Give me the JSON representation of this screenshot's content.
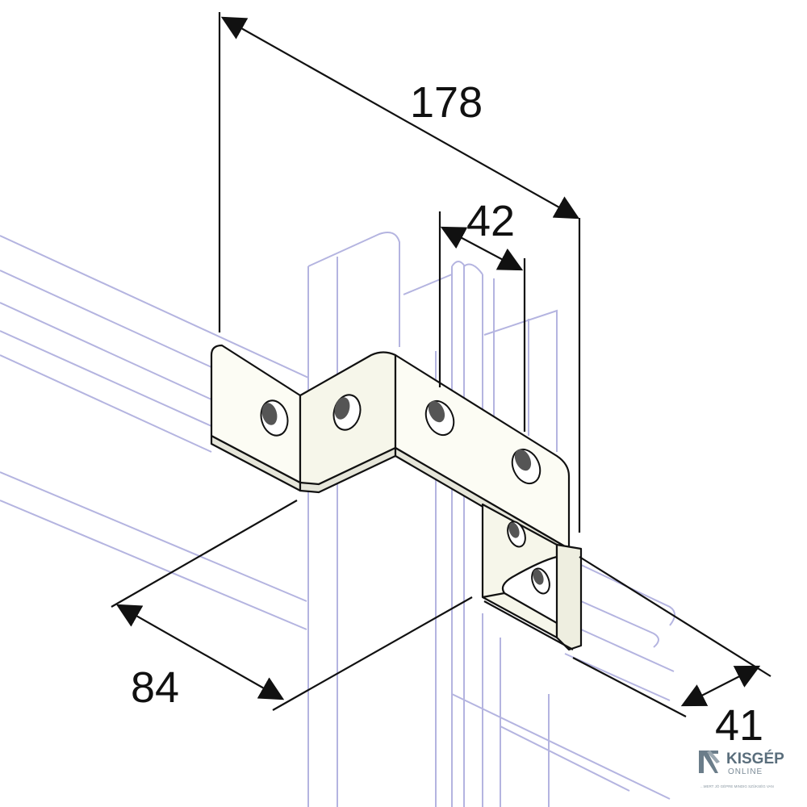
{
  "dimensions": {
    "overall_length": "178",
    "hole_spacing": "42",
    "depth": "84",
    "width": "41"
  },
  "logo": {
    "brand": "KISGÉP",
    "sub": "ONLINE",
    "tagline": "...MERT JÓ GÉPRE MINDIG SZÜKSÉG VAN"
  },
  "colors": {
    "background": "#ffffff",
    "line": "#111111",
    "channel": "#b4b4e0",
    "bracket_fill": "#fcfcf4"
  }
}
